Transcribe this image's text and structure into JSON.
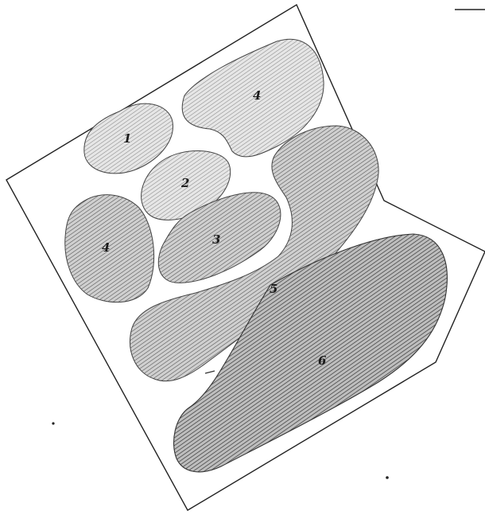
{
  "diagram": {
    "regions": [
      {
        "id": "r1",
        "label": "1"
      },
      {
        "id": "r2",
        "label": "2"
      },
      {
        "id": "r3",
        "label": "3"
      },
      {
        "id": "r4a",
        "label": "4"
      },
      {
        "id": "r4b",
        "label": "4"
      },
      {
        "id": "r5",
        "label": "5"
      },
      {
        "id": "r6",
        "label": "6"
      }
    ]
  }
}
